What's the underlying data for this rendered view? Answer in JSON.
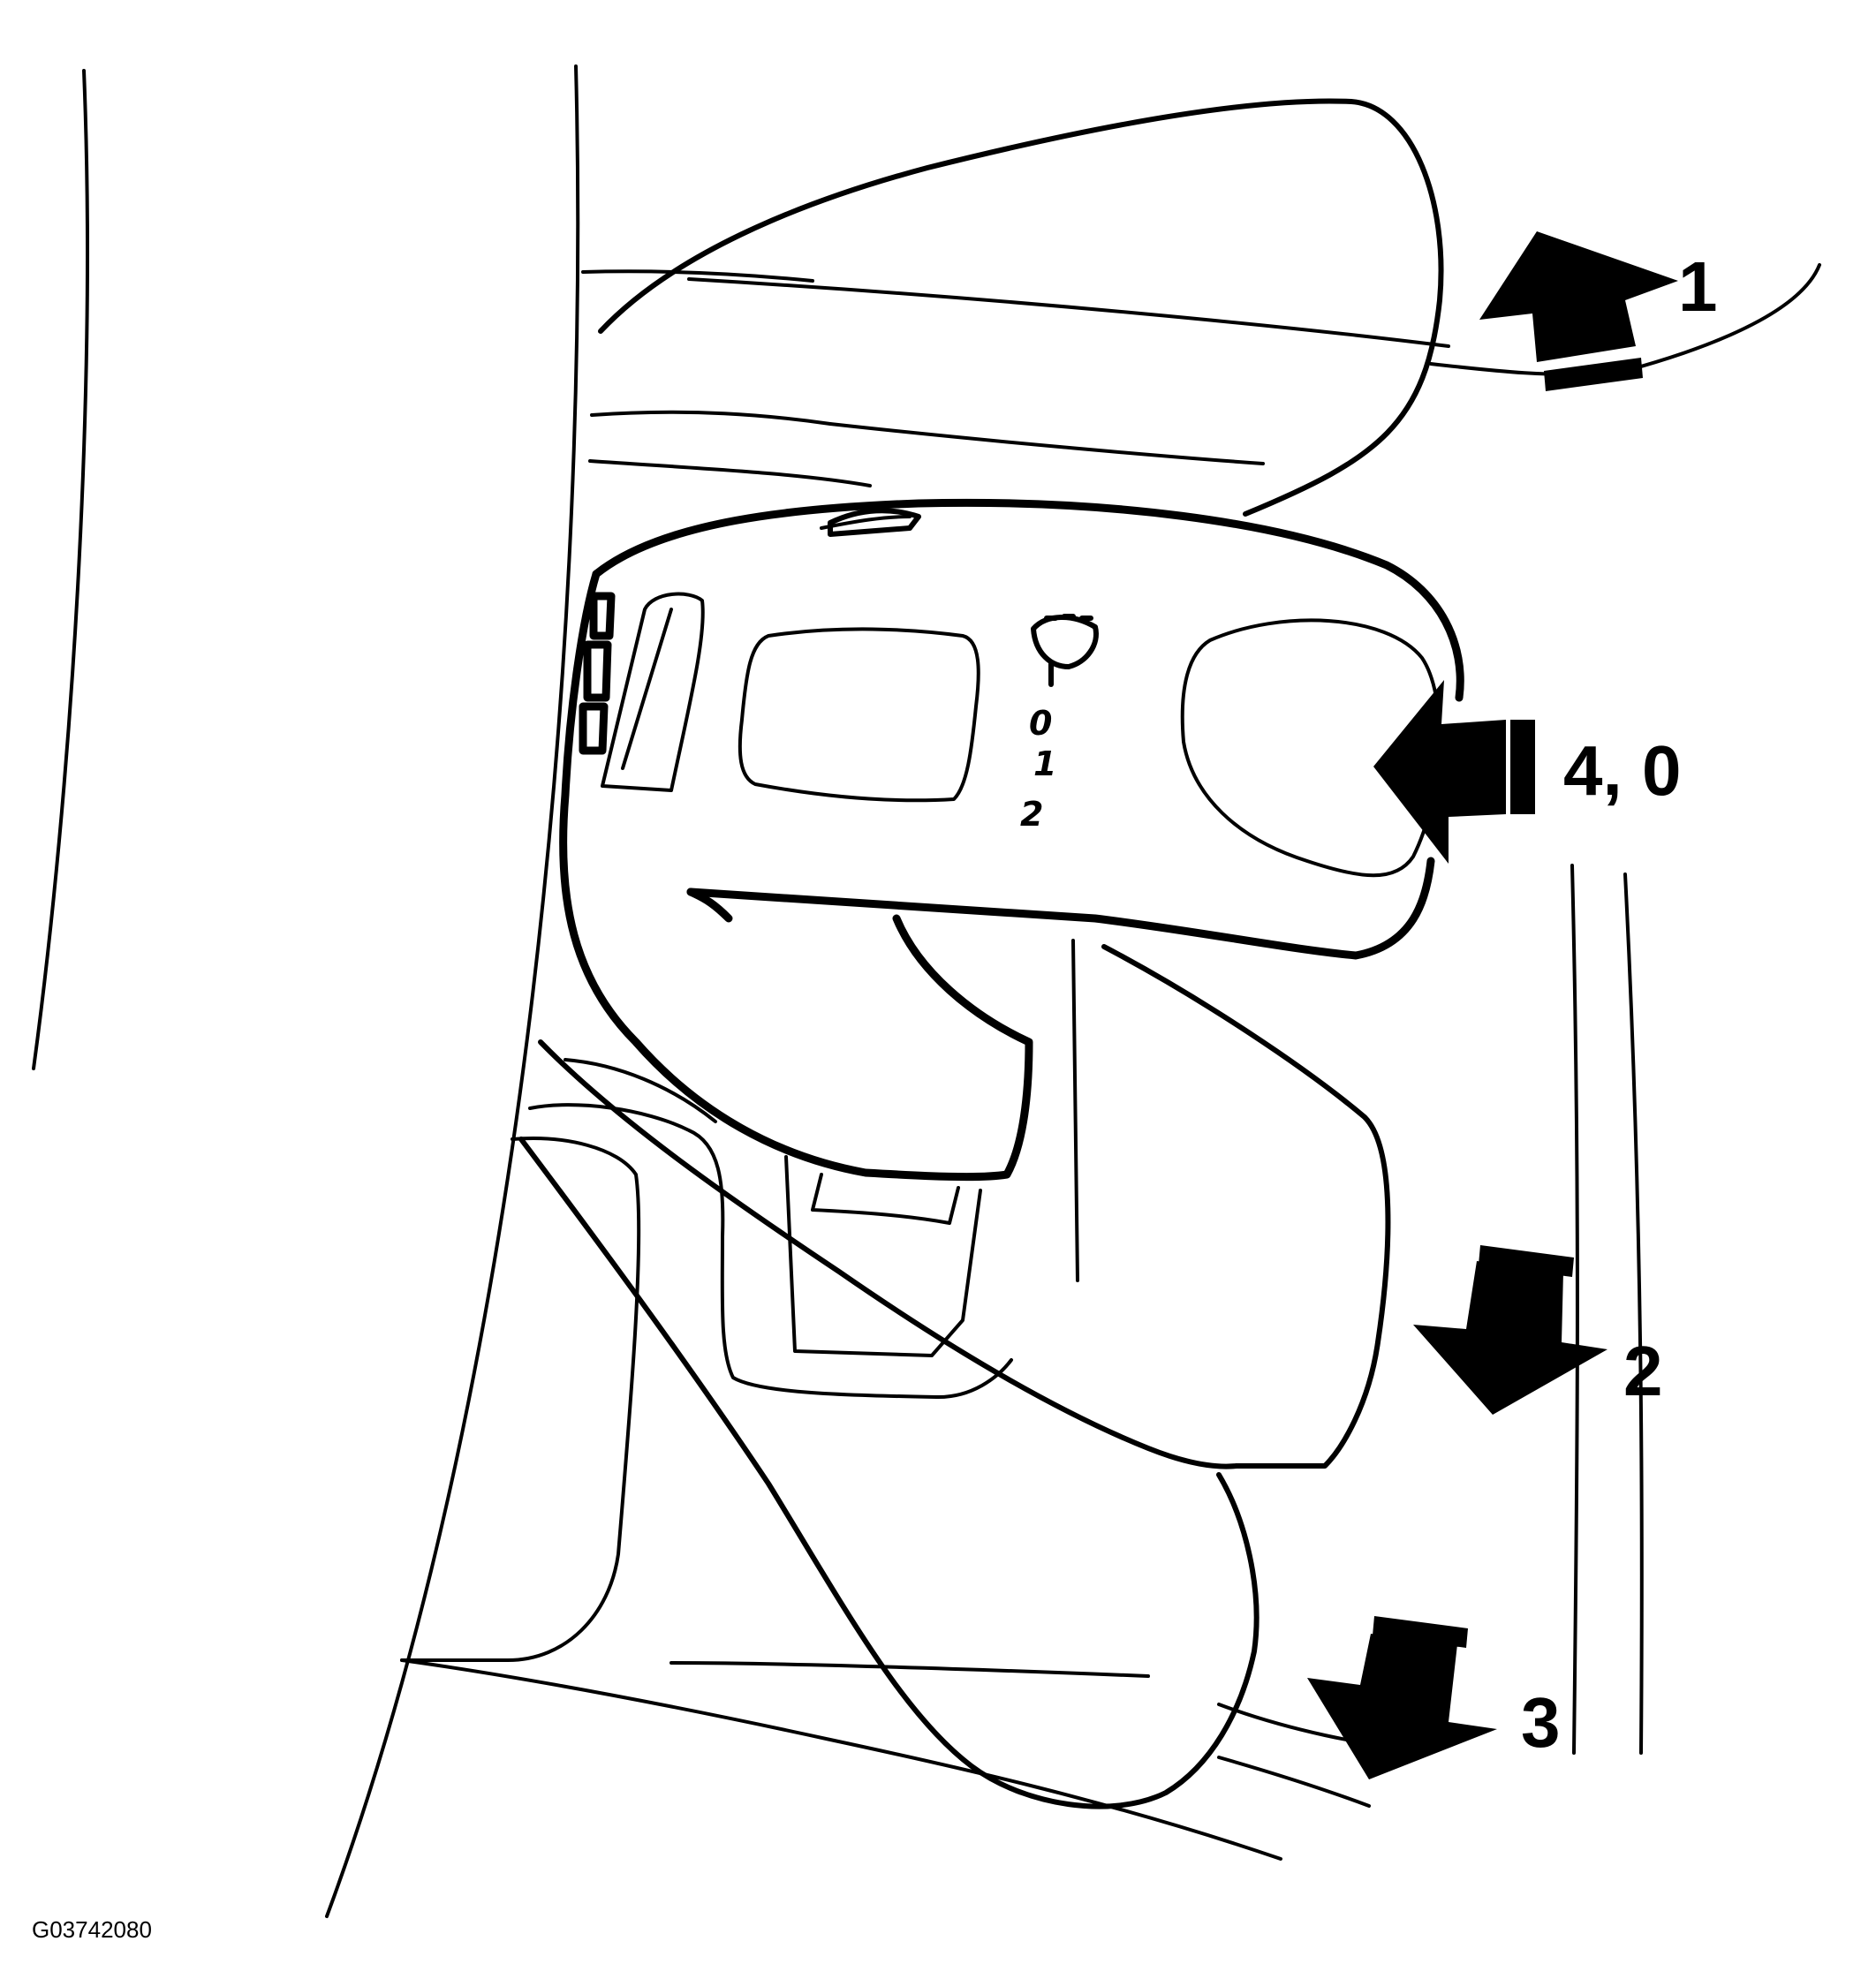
{
  "labels": {
    "callout_1": "1",
    "callout_2": "2",
    "callout_3": "3",
    "callout_4_0": "4, 0"
  },
  "switch_positions": [
    "0",
    "1",
    "2"
  ],
  "figure_id": "G03742080",
  "icons": {
    "wiper": "wiper-symbol-icon"
  }
}
